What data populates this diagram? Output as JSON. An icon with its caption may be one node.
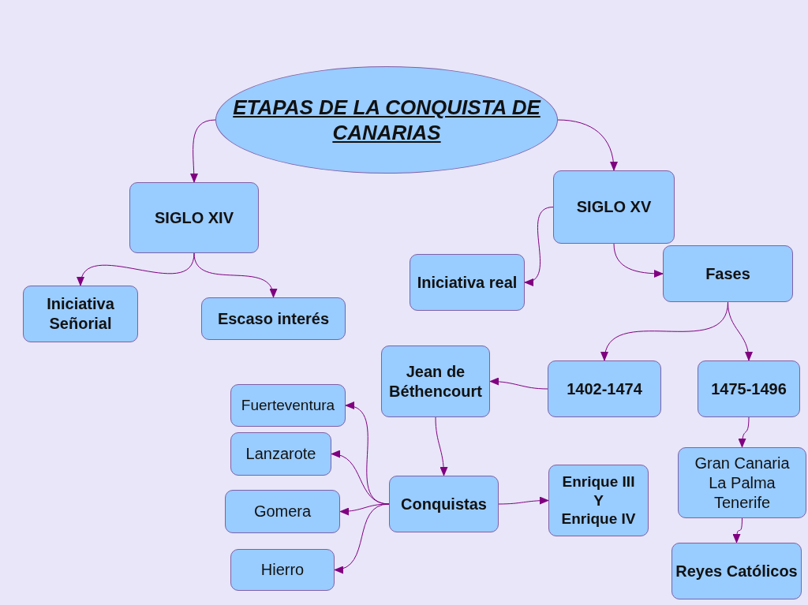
{
  "diagram": {
    "nodes": [
      {
        "text": [
          "ETAPAS DE LA CONQUISTA DE CANARIAS"
        ]
      },
      {
        "text": [
          "SIGLO XIV"
        ]
      },
      {
        "text": [
          "SIGLO XV"
        ]
      },
      {
        "text": [
          "Iniciativa Señorial"
        ]
      },
      {
        "text": [
          "Escaso interés"
        ]
      },
      {
        "text": [
          "Iniciativa real"
        ]
      },
      {
        "text": [
          "Fases"
        ]
      },
      {
        "text": [
          "Jean de Béthencourt"
        ]
      },
      {
        "text": [
          "1402-1474"
        ]
      },
      {
        "text": [
          "1475-1496"
        ]
      },
      {
        "text": [
          "Fuerteventura"
        ]
      },
      {
        "text": [
          "Lanzarote"
        ]
      },
      {
        "text": [
          "Gomera"
        ]
      },
      {
        "text": [
          "Hierro"
        ]
      },
      {
        "text": [
          "Conquistas"
        ]
      },
      {
        "text": [
          "Enrique III",
          "Y",
          "Enrique IV"
        ]
      },
      {
        "text": [
          "Gran Canaria",
          "La Palma",
          "Tenerife"
        ]
      },
      {
        "text": [
          "Reyes Católicos"
        ]
      }
    ],
    "edges": [
      {
        "from": 0,
        "to": 1,
        "arrow": "to"
      },
      {
        "from": 0,
        "to": 2,
        "arrow": "to"
      },
      {
        "from": 1,
        "to": 3,
        "arrow": "to"
      },
      {
        "from": 1,
        "to": 4,
        "arrow": "to"
      },
      {
        "from": 2,
        "to": 5,
        "arrow": "to"
      },
      {
        "from": 2,
        "to": 6,
        "arrow": "to"
      },
      {
        "from": 6,
        "to": 8,
        "arrow": "to"
      },
      {
        "from": 6,
        "to": 9,
        "arrow": "to"
      },
      {
        "from": 8,
        "to": 7,
        "arrow": "to"
      },
      {
        "from": 7,
        "to": 14,
        "arrow": "to"
      },
      {
        "from": 14,
        "to": 10,
        "arrow": "to"
      },
      {
        "from": 14,
        "to": 11,
        "arrow": "to"
      },
      {
        "from": 14,
        "to": 12,
        "arrow": "to"
      },
      {
        "from": 14,
        "to": 13,
        "arrow": "to"
      },
      {
        "from": 14,
        "to": 15,
        "arrow": "to"
      },
      {
        "from": 9,
        "to": 16,
        "arrow": "to"
      },
      {
        "from": 16,
        "to": 17,
        "arrow": "to"
      }
    ]
  }
}
